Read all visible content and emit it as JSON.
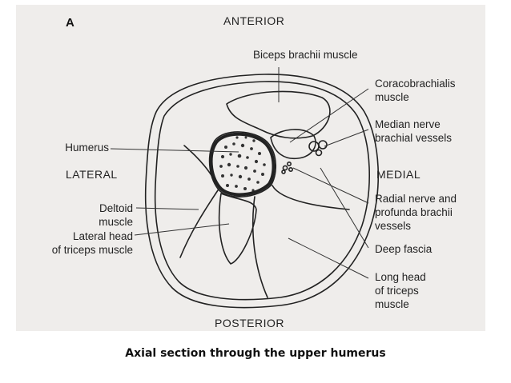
{
  "figure": {
    "panel_letter": "A",
    "orientation": {
      "anterior": "ANTERIOR",
      "posterior": "POSTERIOR",
      "lateral": "LATERAL",
      "medial": "MEDIAL"
    },
    "labels": {
      "biceps": "Biceps brachii muscle",
      "coracobrachialis_1": "Coracobrachialis",
      "coracobrachialis_2": "muscle",
      "median_1": "Median nerve",
      "median_2": "brachial vessels",
      "radial_1": "Radial nerve and",
      "radial_2": "profunda brachii",
      "radial_3": "vessels",
      "deep_fascia": "Deep fascia",
      "long_head_1": "Long head",
      "long_head_2": "of triceps",
      "long_head_3": "muscle",
      "humerus": "Humerus",
      "deltoid_1": "Deltoid",
      "deltoid_2": "muscle",
      "lateral_head_1": "Lateral head",
      "lateral_head_2": "of triceps muscle"
    },
    "caption": "Axial section through the upper humerus",
    "colors": {
      "panel_bg": "#efedeb",
      "line": "#222222"
    }
  }
}
